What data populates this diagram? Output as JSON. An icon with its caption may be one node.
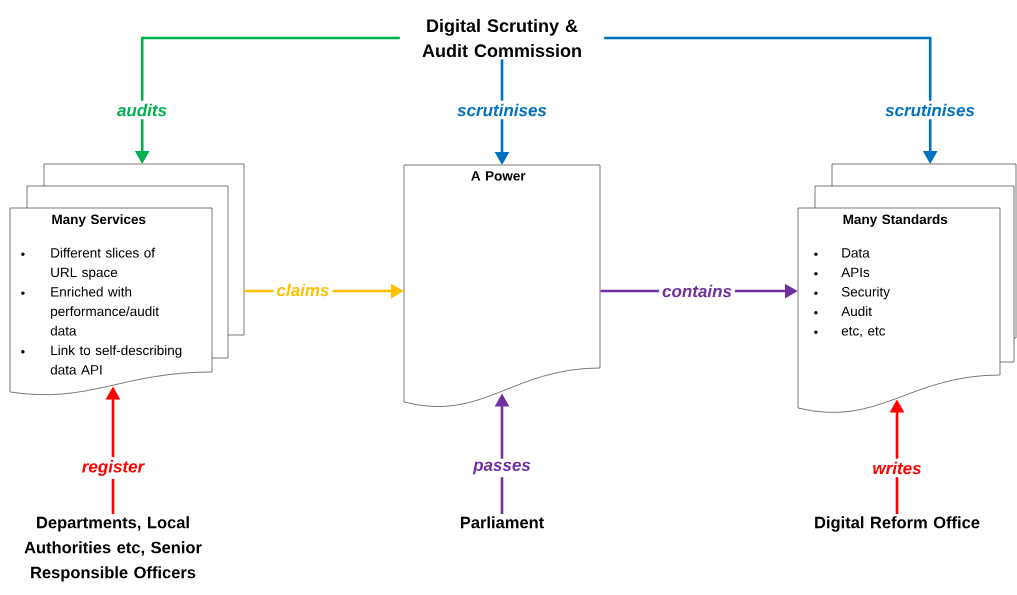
{
  "diagram": {
    "nodes": [
      {
        "text": [
          "Digital Scrutiny & Audit Commission"
        ]
      },
      {
        "text": [
          "Many Services",
          "Different slices of URL space",
          "Enriched with performance/audit data",
          "Link to self-describing data API"
        ]
      },
      {
        "text": [
          "A Power"
        ]
      },
      {
        "text": [
          "Many Standards",
          "Data",
          "APIs",
          "Security",
          "Audit",
          "etc, etc"
        ]
      },
      {
        "text": [
          "Departments, Local Authorities etc, Senior Responsible Officers"
        ]
      },
      {
        "text": [
          "Parliament"
        ]
      },
      {
        "text": [
          "Digital Reform Office"
        ]
      }
    ],
    "edges": [
      {
        "from": 0,
        "to": 1,
        "arrow": "to",
        "label": "audits",
        "color": "#00b050"
      },
      {
        "from": 0,
        "to": 2,
        "arrow": "to",
        "label": "scrutinises",
        "color": "#0070c0"
      },
      {
        "from": 0,
        "to": 3,
        "arrow": "to",
        "label": "scrutinises",
        "color": "#0070c0"
      },
      {
        "from": 1,
        "to": 2,
        "arrow": "to",
        "label": "claims",
        "color": "#ffc000"
      },
      {
        "from": 2,
        "to": 3,
        "arrow": "to",
        "label": "contains",
        "color": "#7030a0"
      },
      {
        "from": 4,
        "to": 1,
        "arrow": "to",
        "label": "register",
        "color": "#ff0000"
      },
      {
        "from": 5,
        "to": 2,
        "arrow": "to",
        "label": "passes",
        "color": "#7030a0"
      },
      {
        "from": 6,
        "to": 3,
        "arrow": "to",
        "label": "writes",
        "color": "#ff0000"
      }
    ]
  }
}
